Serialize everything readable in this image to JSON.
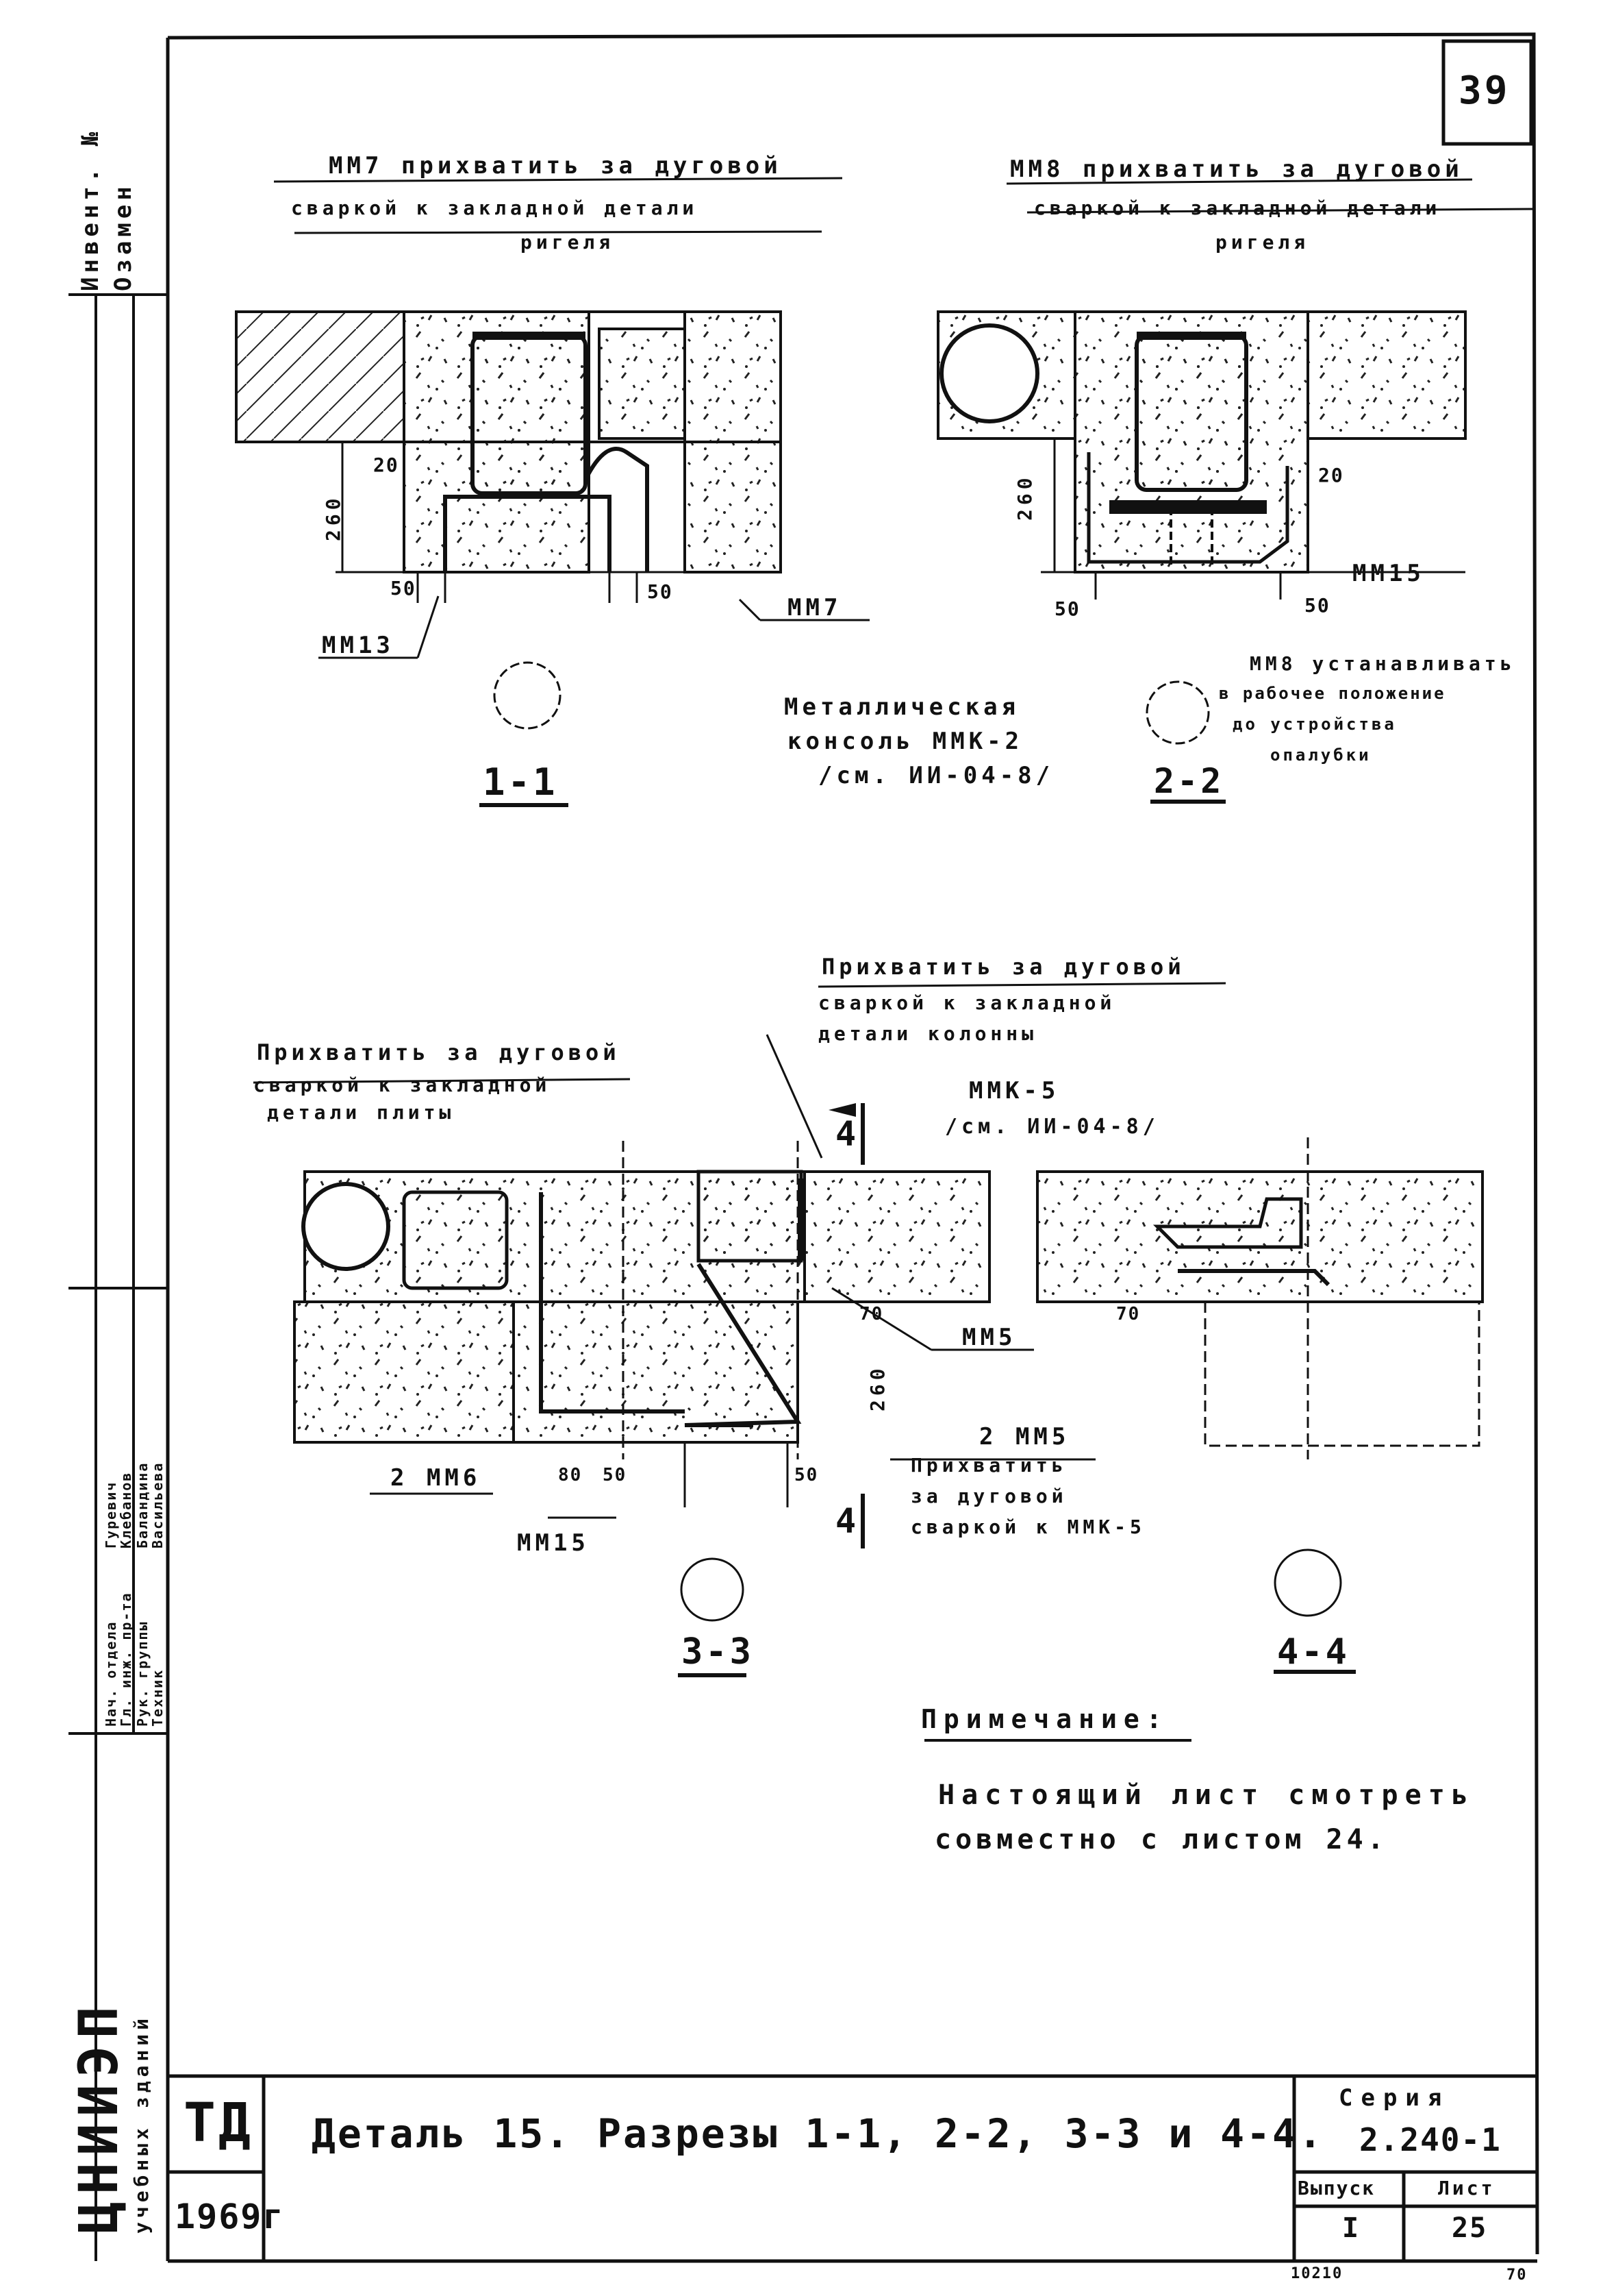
{
  "sheet_number": "39",
  "side_panel": {
    "inv_label": "Инвент. №",
    "inv_sub": "Озамен",
    "institute": "ЦНИИЭП",
    "institute_sub": "учебных зданий",
    "roles": [
      "Нач. отдела",
      "Гл. инж. пр-та",
      "Рук. группы",
      "Техник"
    ],
    "names": [
      "Гуревич",
      "Клебанов",
      "Баландина",
      "Васильева"
    ]
  },
  "notes_s1": {
    "title_l1": "ММ7 прихватить за дуговой",
    "title_l2": "сваркой к закладной детали",
    "title_l3": "ригеля",
    "dim_h": "260",
    "dim_20": "20",
    "dim_50_left": "50",
    "dim_50_right": "50",
    "mark_bottom": "ММ13",
    "mark_right": "ММ7",
    "section_label": "1-1"
  },
  "notes_s2": {
    "title_l1": "ММ8 прихватить за дуговой",
    "title_l2": "сваркой к закладной детали",
    "title_l3": "ригеля",
    "dim_h": "260",
    "dim_20": "20",
    "dim_50_left": "50",
    "dim_50_right": "50",
    "mark_right": "ММ15",
    "install_l1": "ММ8 устанавливать",
    "install_l2": "в рабочее положение",
    "install_l3": "до устройства",
    "install_l4": "опалубки",
    "console_l1": "Металлическая",
    "console_l2": "консоль ММК-2",
    "console_l3": "/см. ИИ-04-8/",
    "section_label": "2-2"
  },
  "notes_s3": {
    "top_l1": "Прихватить за дуговой",
    "top_l2": "сваркой к закладной",
    "top_l3": "детали колонны",
    "left_l1": "Прихватить за дуговой",
    "left_l2": "сваркой к закладной",
    "left_l3": "детали плиты",
    "mmk": "ММК-5",
    "mmk_ref": "/см. ИИ-04-8/",
    "cut_mark": "4",
    "mm5": "ММ5",
    "dim_70a": "70",
    "dim_70b": "70",
    "dim_260": "260",
    "two_mm5": "2 ММ5",
    "weld_l1": "Прихватить",
    "weld_l2": "за дуговой",
    "weld_l3": "сваркой к ММК-5",
    "two_mm6": "2 ММ6",
    "dim_80": "80",
    "dim_50a": "50",
    "dim_50b": "50",
    "mm15": "ММ15",
    "section_3": "3-3",
    "section_4": "4-4"
  },
  "remark": {
    "title": "Примечание:",
    "line1": "Настоящий лист смотреть",
    "line2": "совместно с листом 24."
  },
  "title_block": {
    "td": "ТД",
    "year": "1969г",
    "title": "Деталь 15. Разрезы 1-1, 2-2, 3-3 и 4-4.",
    "series_label": "Серия",
    "series": "2.240-1",
    "issue_label": "Выпуск",
    "issue": "I",
    "sheet_label": "Лист",
    "sheet": "25",
    "footer_code": "10210",
    "footer_num": "70"
  }
}
